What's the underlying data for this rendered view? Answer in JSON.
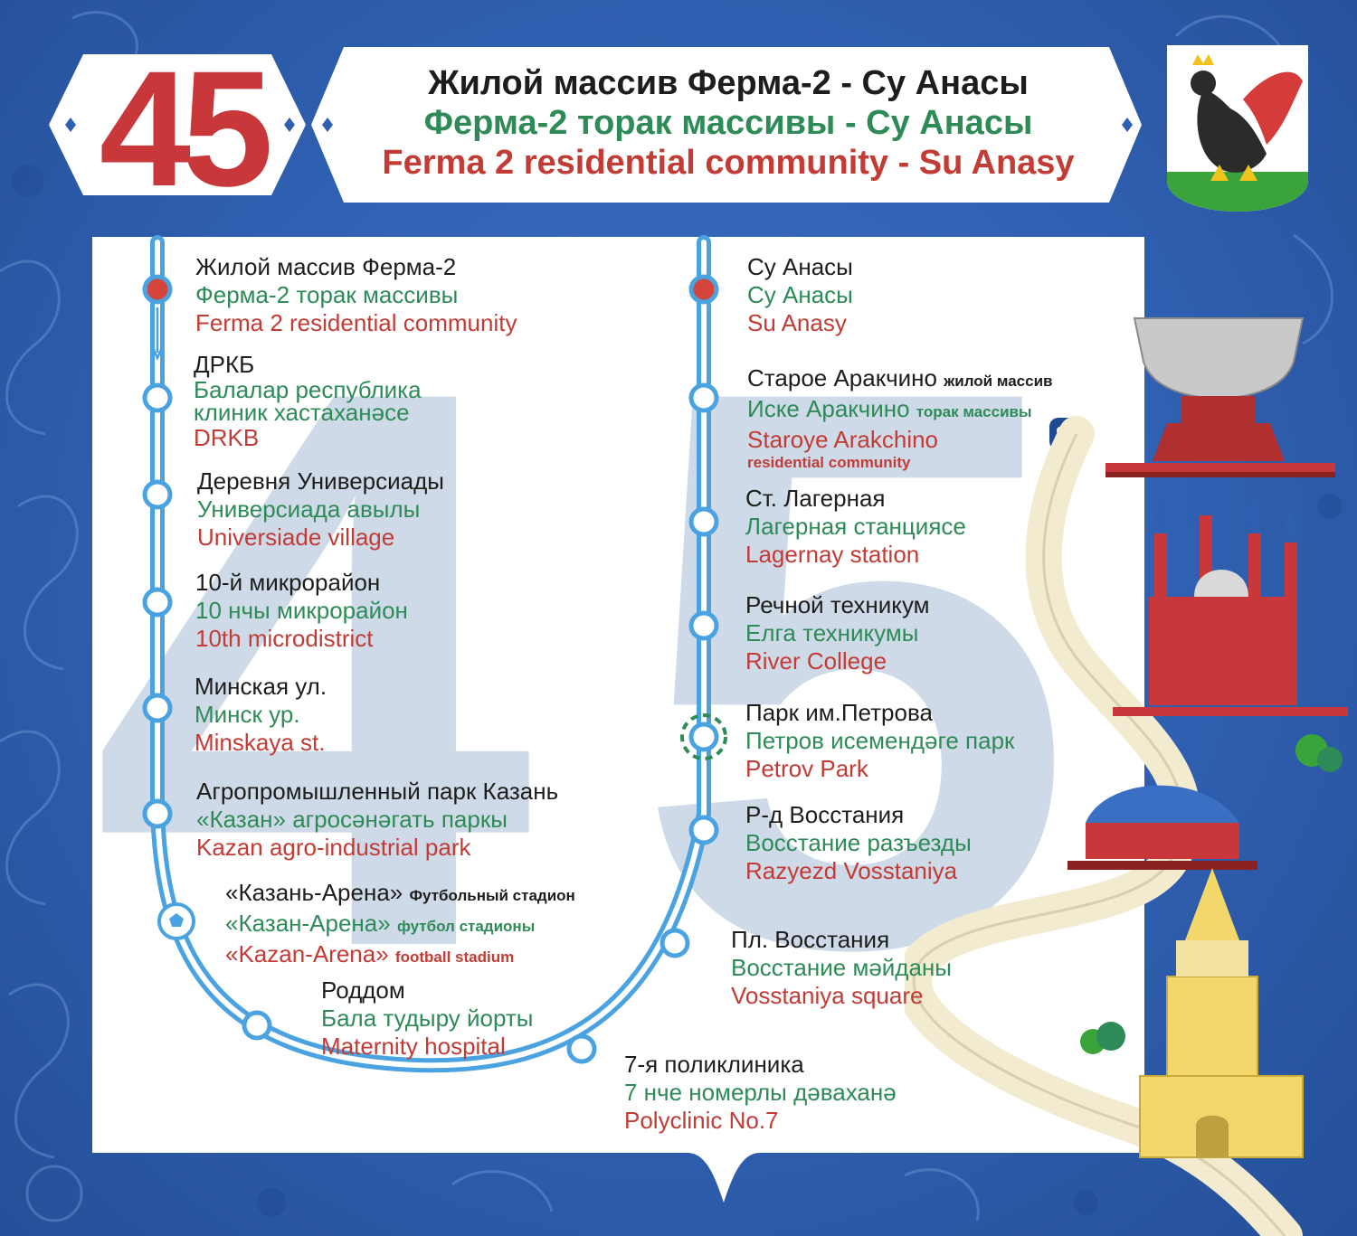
{
  "route": {
    "number": "45",
    "title_ru": "Жилой массив Ферма-2  - Су Анасы",
    "title_tt": "Ферма-2 торак массивы - Су Анасы",
    "title_en": "Ferma 2 residential community - Su Anasy"
  },
  "colors": {
    "background": "#2f5fb0",
    "line": "#4aa3e0",
    "russian_text": "#1d1d1b",
    "tatar_text": "#2e8b57",
    "english_text": "#c23b35",
    "terminal_stop": "#d6453c"
  },
  "stops_left": [
    {
      "ru": "Жилой массив Ферма-2",
      "tt": "Ферма-2 торак массивы",
      "en": "Ferma 2 residential community"
    },
    {
      "ru": "ДРКБ",
      "tt": "Балалар республика",
      "tt2": "клиник хастаханәсе",
      "en": "DRKB"
    },
    {
      "ru": "Деревня Универсиады",
      "tt": "Универсиада авылы",
      "en": "Universiade village"
    },
    {
      "ru": "10-й микрорайон",
      "tt": "10 нчы микрорайон",
      "en": "10th microdistrict"
    },
    {
      "ru": "Минская ул.",
      "tt": "Минск ур.",
      "en": "Minskaya st."
    },
    {
      "ru": "Агропромышленный парк Казань",
      "tt": "«Казан» агросәнәгать паркы",
      "en": "Kazan agro-industrial park"
    },
    {
      "ru": "«Казань-Арена»",
      "ru_note": "Футбольный стадион",
      "tt": "«Казан-Арена»",
      "tt_note": "футбол стадионы",
      "en": "«Kazan-Arena»",
      "en_note": "football stadium"
    },
    {
      "ru": "Роддом",
      "tt": "Бала тудыру йорты",
      "en": "Maternity hospital"
    }
  ],
  "stops_right": [
    {
      "ru": "Су Анасы",
      "tt": "Су Анасы",
      "en": "Su Anasy"
    },
    {
      "ru": "Старое Аракчино",
      "ru_note": "жилой массив",
      "tt": "Иске Аракчино",
      "tt_note": "торак массивы",
      "en": "Staroye Arakchino",
      "en_note": "residential community"
    },
    {
      "ru": "Ст. Лагерная",
      "tt": "Лагерная станциясе",
      "en": "Lagernay station"
    },
    {
      "ru": "Речной техникум",
      "tt": "Елга техникумы",
      "en": "River College"
    },
    {
      "ru": "Парк им.Петрова",
      "tt": "Петров исемендәге парк",
      "en": "Petrov Park"
    },
    {
      "ru": "Р-д Восстания",
      "tt": "Восстание разъезды",
      "en": "Razyezd Vosstaniya"
    },
    {
      "ru": "Пл. Восстания",
      "tt": "Восстание мәйданы",
      "en": "Vosstaniya square"
    }
  ],
  "stop_bottom": {
    "ru": "7-я поликлиника",
    "tt": "7 нче номерлы дәваханә",
    "en": "Polyclinic No.7"
  },
  "icons": [
    "coat-of-arms-icon",
    "stadium-ball-icon",
    "transfer-heart-icon"
  ]
}
